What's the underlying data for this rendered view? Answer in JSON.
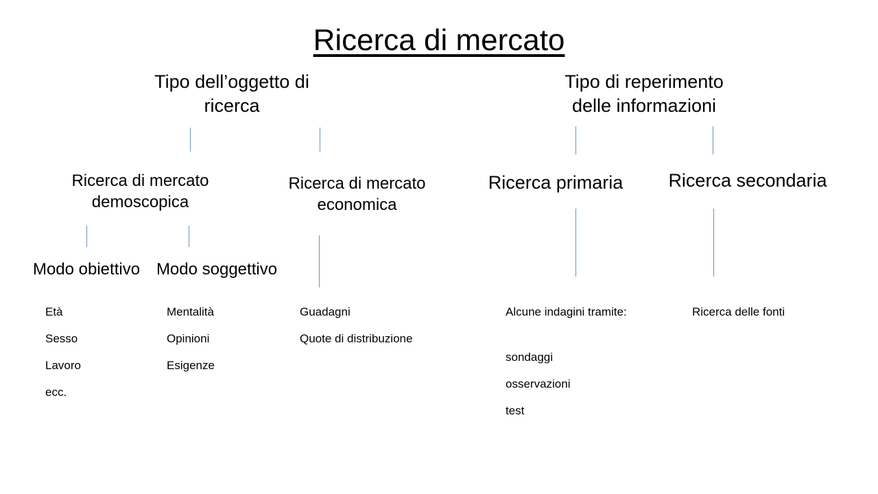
{
  "diagram": {
    "title": "Ricerca di mercato",
    "branches": [
      {
        "heading_line1": "Tipo dell’oggetto di",
        "heading_line2": "ricerca",
        "nodes": [
          {
            "label_line1": "Ricerca di mercato",
            "label_line2": "demoscopica",
            "subnodes": [
              {
                "label": "Modo obiettivo",
                "items": [
                  "Età",
                  "Sesso",
                  "Lavoro",
                  "ecc."
                ]
              },
              {
                "label": "Modo soggettivo",
                "items": [
                  "Mentalità",
                  "Opinioni",
                  "Esigenze"
                ]
              }
            ]
          },
          {
            "label_line1": "Ricerca di mercato",
            "label_line2": "economica",
            "items": [
              "Guadagni",
              "Quote di distribuzione"
            ]
          }
        ]
      },
      {
        "heading_line1": "Tipo di reperimento",
        "heading_line2": "delle informazioni",
        "nodes": [
          {
            "label_line1": "Ricerca primaria",
            "label_line2": "",
            "items": [
              "Alcune indagini tramite:",
              "",
              "sondaggi",
              "osservazioni",
              "test"
            ]
          },
          {
            "label_line1": "Ricerca secondaria",
            "label_line2": "",
            "items": [
              "Ricerca delle fonti"
            ]
          }
        ]
      }
    ],
    "colors": {
      "text": "#000000",
      "connector": "#6a94b8",
      "background": "#ffffff"
    }
  }
}
